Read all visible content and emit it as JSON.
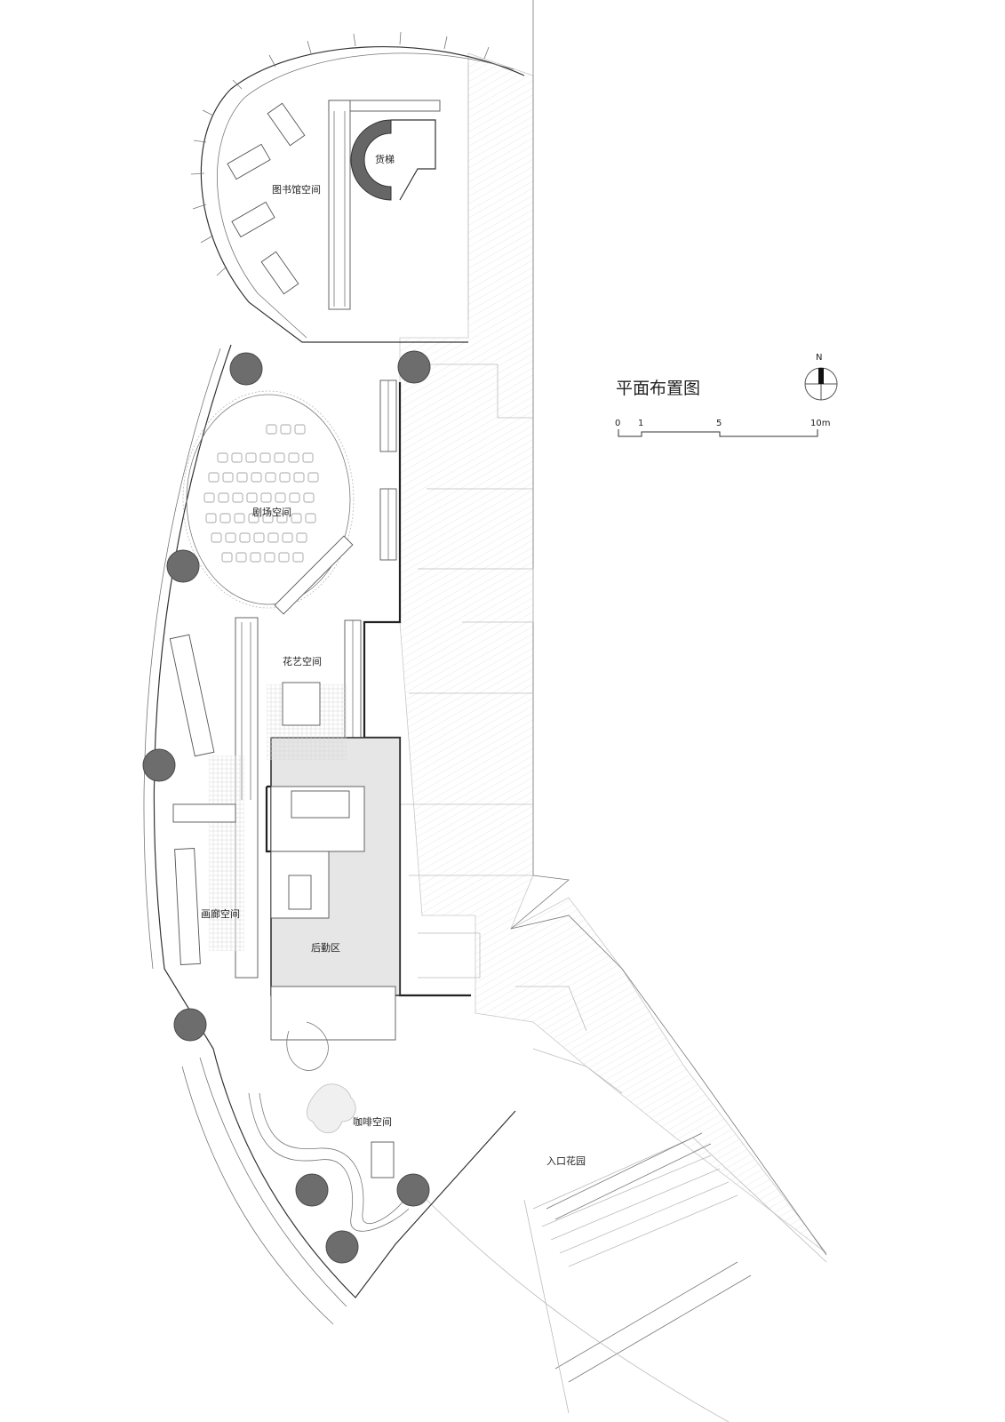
{
  "title": "平面布置图",
  "north_label": "N",
  "scale_bar": {
    "ticks": [
      "0",
      "1",
      "5",
      "10m"
    ]
  },
  "rooms": {
    "library": "图书馆空间",
    "freight_elevator": "货梯",
    "theater": "剧场空间",
    "floral": "花艺空间",
    "gallery": "画廊空间",
    "back_of_house": "后勤区",
    "cafe": "咖啡空间",
    "entrance_garden": "入口花园"
  }
}
